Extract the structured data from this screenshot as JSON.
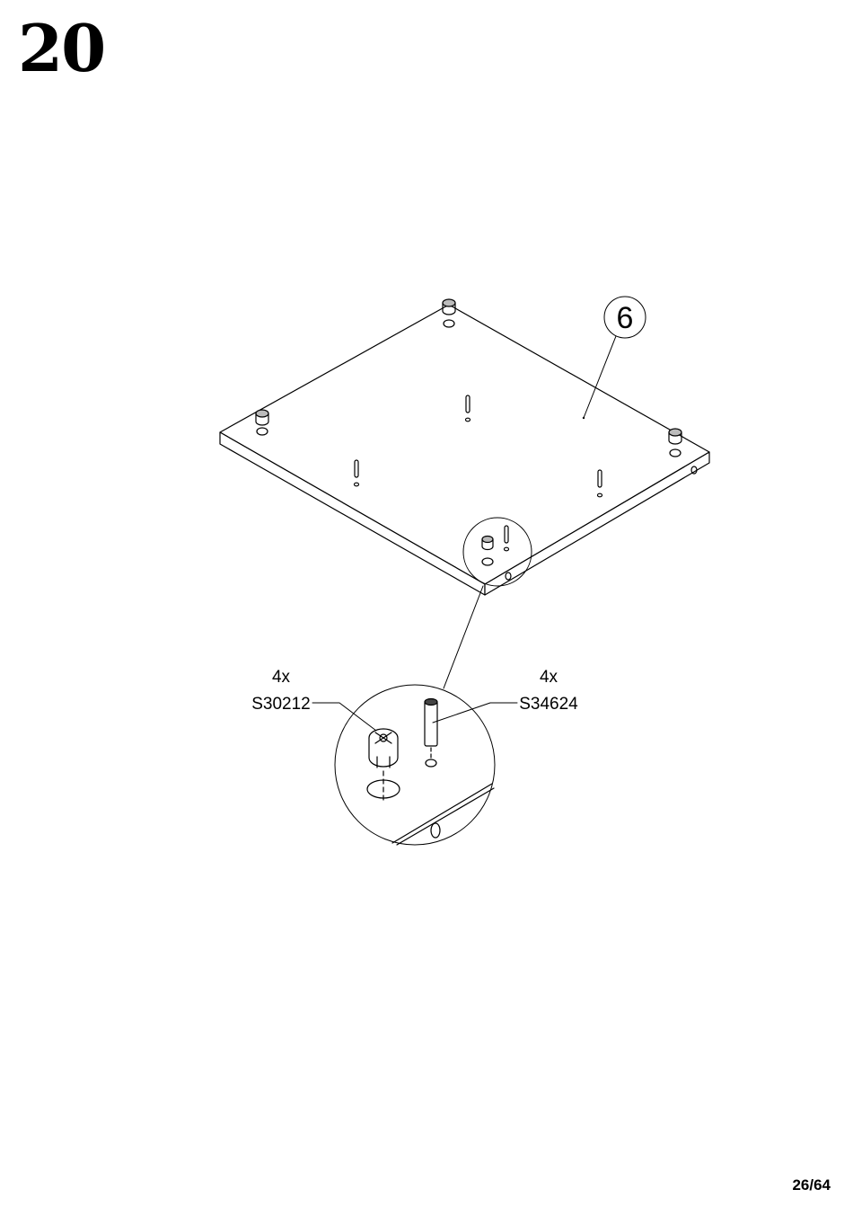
{
  "step": {
    "number": "20"
  },
  "page": {
    "number": "26/64"
  },
  "panel": {
    "part_label": "6"
  },
  "hardware": [
    {
      "quantity": "4x",
      "code": "S30212",
      "icon": "cam-lock-icon"
    },
    {
      "quantity": "4x",
      "code": "S34624",
      "icon": "dowel-icon"
    }
  ]
}
